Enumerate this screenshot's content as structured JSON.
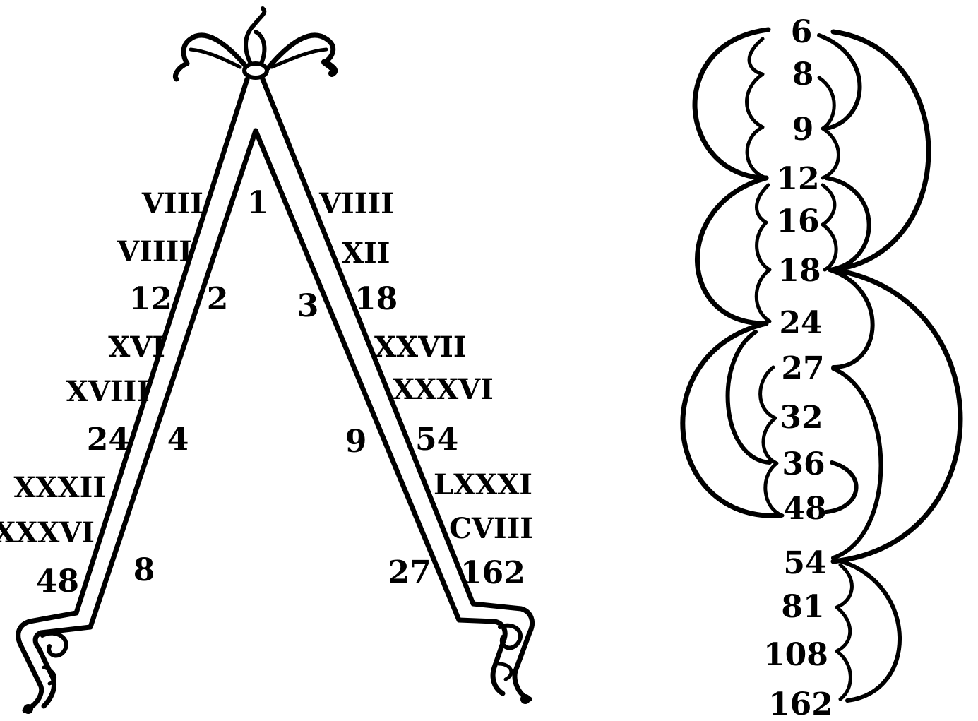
{
  "lambda_figure": {
    "apex": "1",
    "left_arm": {
      "inner_numbers": [
        "2",
        "4",
        "8"
      ],
      "outer_labels": [
        "VIII",
        "VIIII",
        "12",
        "XVI",
        "XVIII",
        "24",
        "XXXII",
        "XXXVI",
        "48"
      ]
    },
    "right_arm": {
      "inner_numbers": [
        "3",
        "9",
        "27"
      ],
      "outer_labels": [
        "VIIII",
        "XII",
        "18",
        "XXVII",
        "XXXVI",
        "54",
        "LXXXI",
        "CVIII",
        "162"
      ]
    }
  },
  "arc_chain": {
    "numbers": [
      "6",
      "8",
      "9",
      "12",
      "16",
      "18",
      "24",
      "27",
      "32",
      "36",
      "48",
      "54",
      "81",
      "108",
      "162"
    ]
  }
}
